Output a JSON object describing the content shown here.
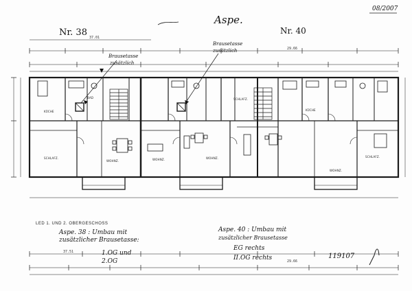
{
  "header": {
    "date": "08/2007",
    "title": "Aspe."
  },
  "units": {
    "left": "Nr. 38",
    "right": "Nr. 40"
  },
  "callouts": {
    "shower_left": [
      "Brausetasse",
      "zusätzlich"
    ],
    "shower_mid": [
      "Brausetasse",
      "zusätzlich"
    ]
  },
  "floor_label": "LED 1. UND 2. OBERGESCHOSS",
  "notes_left": {
    "line1": "Aspe. 38 : Umbau mit",
    "line2": "zusätzlicher Brausetasse:",
    "line3": "1.OG und",
    "line4": "2.OG"
  },
  "notes_right": {
    "line1": "Aspe. 40 : Umbau mit",
    "line2": "zusätzlicher Brausetasse",
    "line3": "EG rechts",
    "line4": "II.OG rechts"
  },
  "sheet_number": "119107",
  "rooms": [
    "KÜCHE",
    "BAD",
    "WOHNZ.",
    "SCHLAFZ.",
    "WOHNZ.",
    "SCHLAFZ.",
    "KÜCHE",
    "WOHNZ.",
    "SCHLAFZ.",
    "WOHNZ."
  ],
  "dims": {
    "top_total_left": "37.01",
    "top_total_right": "29.66",
    "bottom_total_left": "37.51",
    "bottom_total_right": "29.66"
  }
}
